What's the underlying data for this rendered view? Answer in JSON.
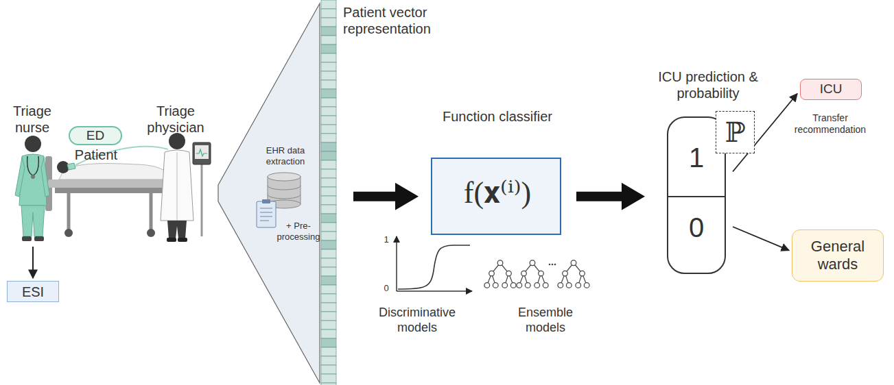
{
  "diagram": {
    "nodes": [
      {
        "text": [
          "ED"
        ]
      },
      {
        "text": [
          "ESI"
        ]
      },
      {
        "text": [
          "EHR data extraction",
          "+ Pre-processing"
        ]
      },
      {
        "text": [
          "Patient vector representation"
        ]
      },
      {
        "text": [
          "Function classifier",
          "f(𝐱⁽ⁱ⁾)"
        ]
      },
      {
        "text": [
          "ICU prediction & probability",
          "1",
          "0"
        ]
      },
      {
        "text": [
          "ℙ"
        ]
      },
      {
        "text": [
          "ICU"
        ]
      },
      {
        "text": [
          "General wards"
        ]
      }
    ],
    "edges": [
      {
        "from": 3,
        "to": 4,
        "arrow": "to"
      },
      {
        "from": 4,
        "to": 5,
        "arrow": "to"
      },
      {
        "from": 5,
        "to": 7,
        "arrow": "to"
      },
      {
        "from": 5,
        "to": 8,
        "arrow": "to"
      }
    ],
    "labels": [
      "Triage nurse",
      "Patient",
      "Triage physician",
      "1",
      "0",
      "Discriminative models",
      "Ensemble models",
      "Transfer recommendation"
    ]
  }
}
